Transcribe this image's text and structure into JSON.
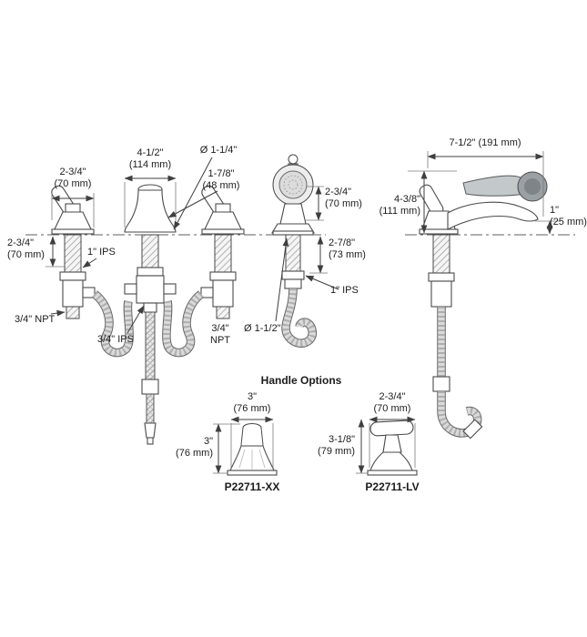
{
  "diagram": {
    "front_view": {
      "dim_handle_width": "2-3/4\"\n(70 mm)",
      "dim_spout_spread": "4-1/2\"\n(114 mm)",
      "dim_spout_hole": "Ø 1-1/4\"",
      "dim_spout_base": "1-7/8\"\n(48 mm)",
      "dim_valve_depth": "2-3/4\"\n(70 mm)",
      "label_valve_thread_left": "1\" IPS",
      "label_inlet_left": "3/4\" NPT",
      "label_hose_thread": "3/4\" IPS",
      "label_inlet_right": "3/4\"\nNPT",
      "dim_handshower_height": "2-3/4\"\n(70 mm)",
      "dim_handshower_depth": "2-7/8\"\n(73 mm)",
      "label_handshower_thread": "1\" IPS",
      "dim_handshower_hole": "Ø 1-1/2\""
    },
    "side_view": {
      "dim_overall_reach": "7-1/2\" (191 mm)",
      "dim_height_above_deck": "4-3/8\"\n(111 mm)",
      "dim_spout_clearance": "1\"\n(25 mm)"
    },
    "handle_options": {
      "title": "Handle Options",
      "option_xx": {
        "dim_width": "3\"\n(76 mm)",
        "dim_height": "3\"\n(76 mm)",
        "model": "P22711-XX"
      },
      "option_lv": {
        "dim_width": "2-3/4\"\n(70 mm)",
        "dim_height": "3-1/8\"\n(79 mm)",
        "model": "P22711-LV"
      }
    }
  }
}
